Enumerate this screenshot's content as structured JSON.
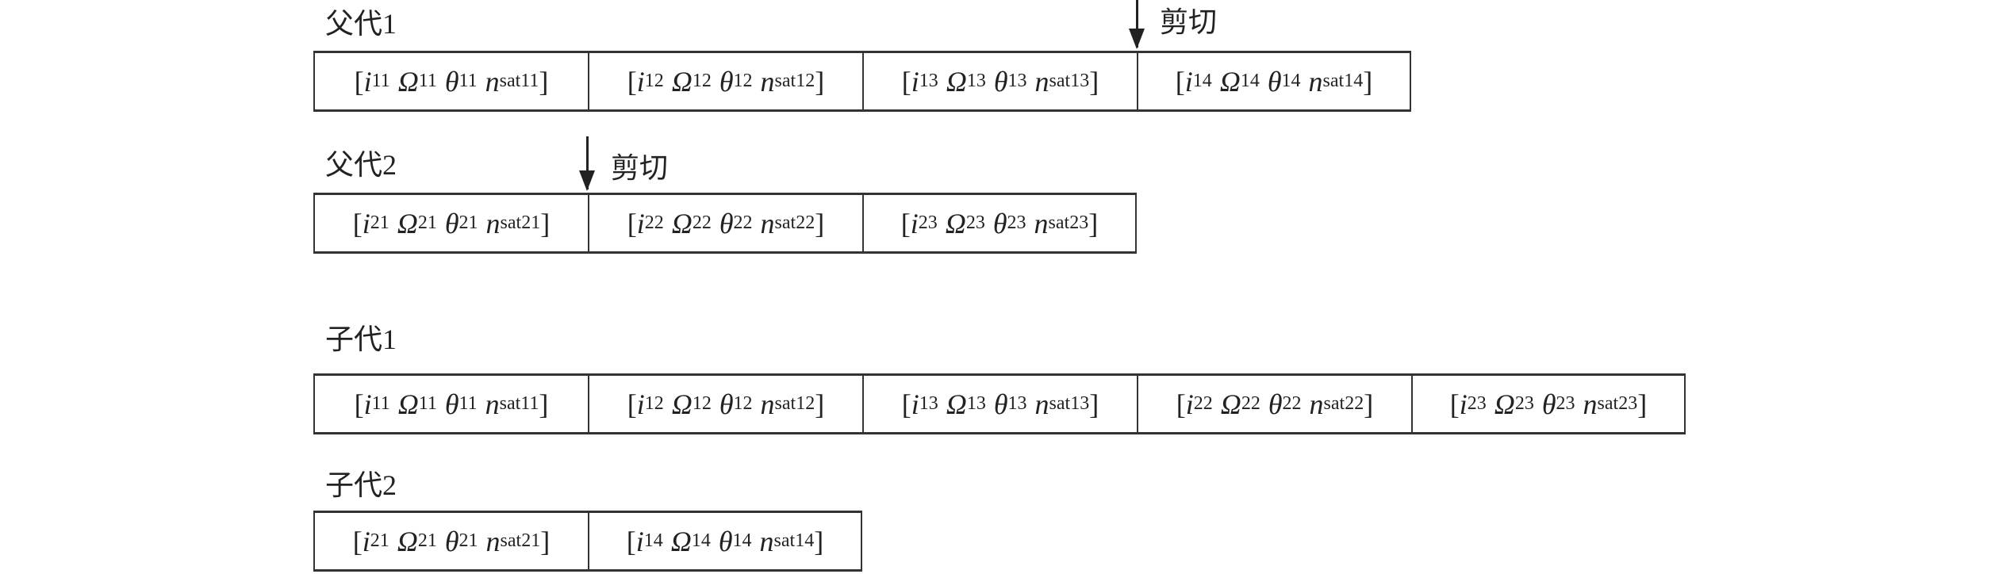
{
  "labels": {
    "parent1": "父代1",
    "parent2": "父代2",
    "child1": "子代1",
    "child2": "子代2",
    "cut": "剪切"
  },
  "symbols": {
    "i": "i",
    "omega": "Ω",
    "theta": "θ",
    "n": "n"
  },
  "rows": {
    "parent1": [
      {
        "i": "11",
        "o": "11",
        "t": "11",
        "n": "sat11"
      },
      {
        "i": "12",
        "o": "12",
        "t": "12",
        "n": "sat12"
      },
      {
        "i": "13",
        "o": "13",
        "t": "13",
        "n": "sat13"
      },
      {
        "i": "14",
        "o": "14",
        "t": "14",
        "n": "sat14"
      }
    ],
    "parent2": [
      {
        "i": "21",
        "o": "21",
        "t": "21",
        "n": "sat21"
      },
      {
        "i": "22",
        "o": "22",
        "t": "22",
        "n": "sat22"
      },
      {
        "i": "23",
        "o": "23",
        "t": "23",
        "n": "sat23"
      }
    ],
    "child1": [
      {
        "i": "11",
        "o": "11",
        "t": "11",
        "n": "sat11"
      },
      {
        "i": "12",
        "o": "12",
        "t": "12",
        "n": "sat12"
      },
      {
        "i": "13",
        "o": "13",
        "t": "13",
        "n": "sat13"
      },
      {
        "i": "22",
        "o": "22",
        "t": "22",
        "n": "sat22"
      },
      {
        "i": "23",
        "o": "23",
        "t": "23",
        "n": "sat23"
      }
    ],
    "child2": [
      {
        "i": "21",
        "o": "21",
        "t": "21",
        "n": "sat21"
      },
      {
        "i": "14",
        "o": "14",
        "t": "14",
        "n": "sat14"
      }
    ]
  }
}
